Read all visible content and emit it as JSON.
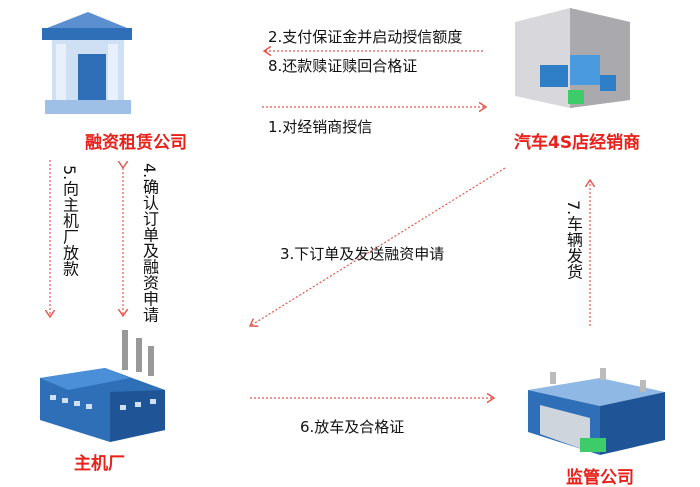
{
  "nodes": {
    "leasing": "融资租赁公司",
    "dealer": "汽车4S店经销商",
    "oem": "主机厂",
    "supervisor": "监管公司"
  },
  "steps": {
    "s1": "1.对经销商授信",
    "s2": "2.支付保证金并启动授信额度",
    "s3": "3.下订单及发送融资申请",
    "s4": "4.确认订单及融资申请",
    "s5": "5.向主机厂放款",
    "s6": "6.放车及合格证",
    "s7": "7.车辆发货",
    "s8": "8.还款赎证赎回合格证"
  },
  "colors": {
    "label": "#e8211b",
    "arrow": "#e8564a",
    "icon": "#2f7fc8"
  }
}
